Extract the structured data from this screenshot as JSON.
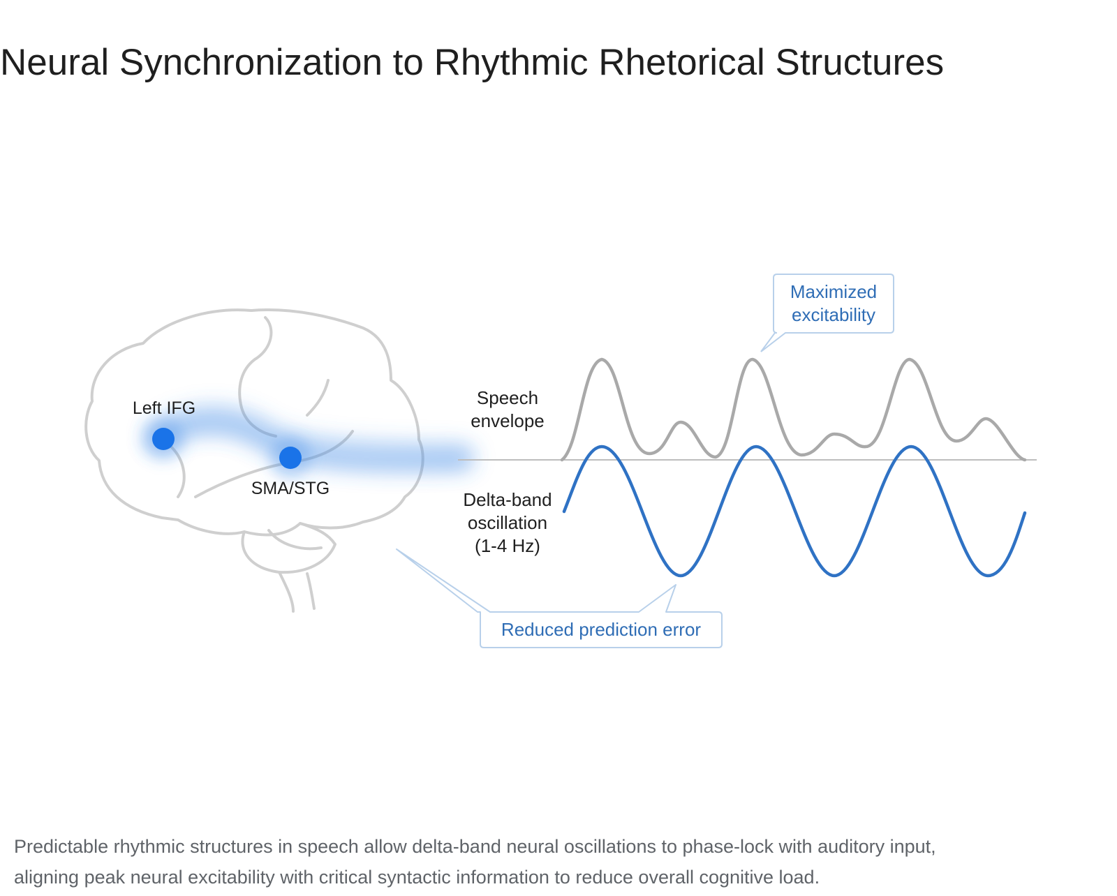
{
  "title": "Neural Synchronization to Rhythmic Rhetorical Structures",
  "brain": {
    "region_1": "Left IFG",
    "region_2": "SMA/STG"
  },
  "signals": {
    "speech_label_line1": "Speech",
    "speech_label_line2": "envelope",
    "delta_label_line1": "Delta-band",
    "delta_label_line2": "oscillation",
    "delta_label_line3": "(1-4 Hz)"
  },
  "callouts": {
    "excitability_line1": "Maximized",
    "excitability_line2": "excitability",
    "prediction_error": "Reduced prediction error"
  },
  "caption": {
    "line1": "Predictable rhythmic structures in speech allow delta-band neural oscillations to phase-lock with auditory input,",
    "line2": "aligning peak neural excitability with critical syntactic information to reduce overall cognitive load."
  },
  "colors": {
    "accent_blue": "#1a73e8",
    "wave_blue": "#2f72c4",
    "envelope_gray": "#a9a9a9",
    "outline_gray": "#cfcfcf",
    "callout_text": "#2f6db5"
  }
}
